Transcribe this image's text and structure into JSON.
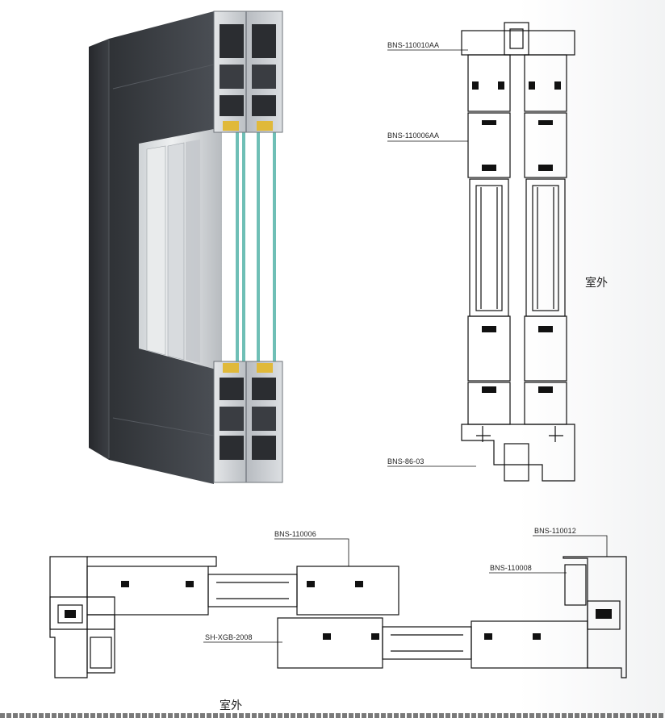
{
  "labels": {
    "vertical_top": "BNS-110010AA",
    "vertical_mid": "BNS-110006AA",
    "vertical_bottom": "BNS-86-03",
    "horizontal_mid": "BNS-110006",
    "horizontal_right_top": "BNS-110012",
    "horizontal_right_mid": "BNS-110008",
    "horizontal_left": "SH-XGB-2008"
  },
  "outdoor_labels": {
    "right": "室外",
    "bottom": "室外"
  },
  "colors": {
    "frame": "#3a3d42",
    "aluminum": "#c9ccd0",
    "glass": "#7fc8c0",
    "line": "#111111"
  }
}
